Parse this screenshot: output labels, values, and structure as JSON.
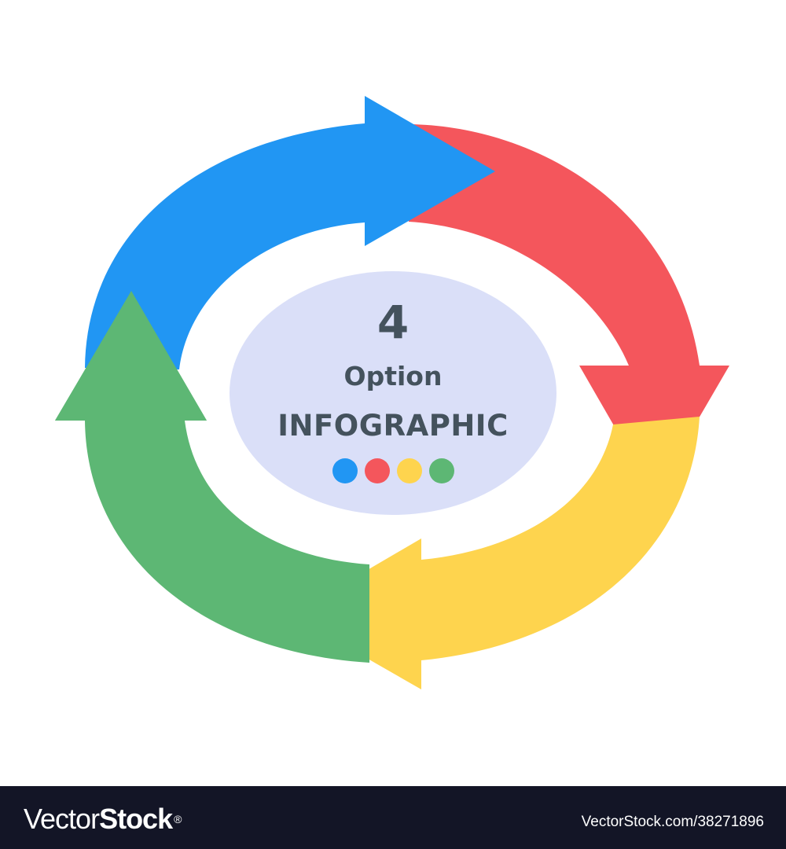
{
  "diagram": {
    "type": "cycle",
    "title": {
      "number": "4",
      "line1": "Option",
      "line2": "INFOGRAPHIC"
    },
    "center_fill": "#dadff8",
    "text_color": "#44525d",
    "steps": [
      {
        "id": 1,
        "position": "top-left",
        "direction": "right",
        "color": "#2196f3",
        "icon": "arrow-right-icon"
      },
      {
        "id": 2,
        "position": "right",
        "direction": "down",
        "color": "#f4565c",
        "icon": "arrow-down-icon"
      },
      {
        "id": 3,
        "position": "bottom",
        "direction": "left",
        "color": "#fed44e",
        "icon": "arrow-left-icon"
      },
      {
        "id": 4,
        "position": "left",
        "direction": "up",
        "color": "#5db774",
        "icon": "arrow-up-icon"
      }
    ],
    "dots": [
      "#2196f3",
      "#f4565c",
      "#fed44e",
      "#5db774"
    ]
  },
  "footer": {
    "brand_light": "Vector",
    "brand_bold": "Stock",
    "brand_mark": "®",
    "reference": "VectorStock.com/38271896",
    "background": "#131526"
  }
}
